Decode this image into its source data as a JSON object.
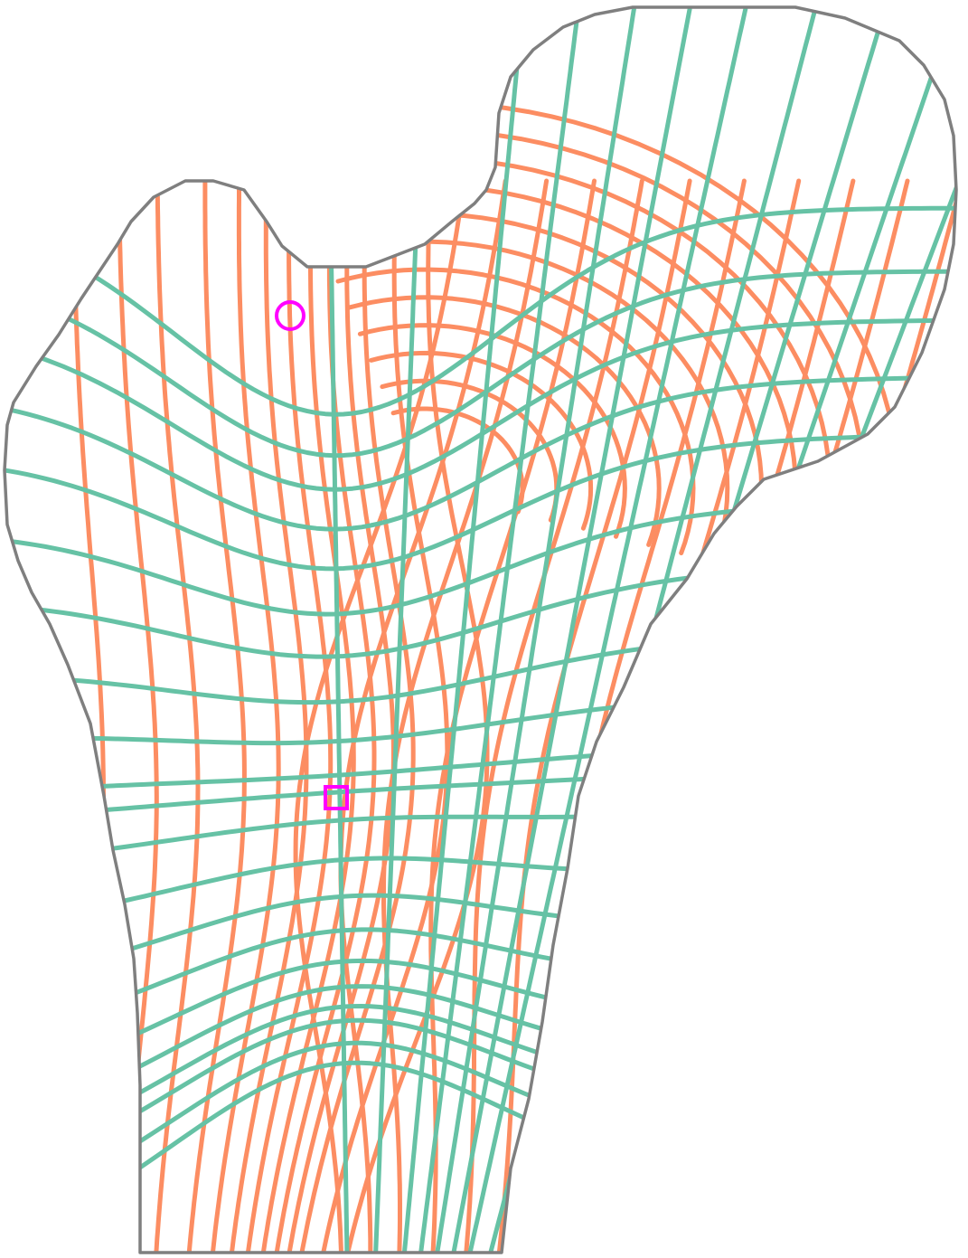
{
  "figure": {
    "kind": "streamline-grid over bone cross-section",
    "colors": {
      "outline": "#7f7f7f",
      "family_a": "#fc8d62",
      "family_b": "#66c2a5",
      "markers": "#ff00ff",
      "background": "#ffffff"
    },
    "markers": [
      {
        "shape": "circle",
        "name": "source-marker"
      },
      {
        "shape": "square",
        "name": "sink-marker"
      }
    ],
    "legend": "none",
    "axes": "none"
  }
}
